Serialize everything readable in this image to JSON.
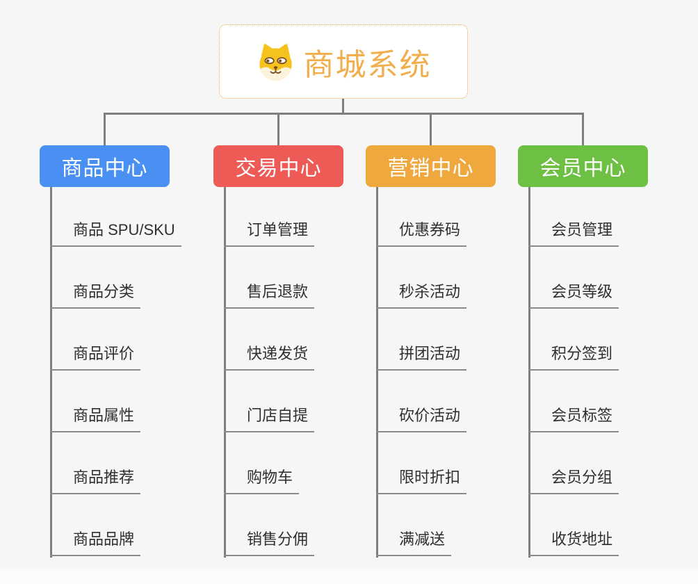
{
  "root": {
    "title": "商城系统",
    "icon": "dog-face-icon",
    "title_color": "#F0AE4D",
    "border_color": "#F2A44A"
  },
  "connector_color": "#7F7F7F",
  "underline_color": "#8A8A8A",
  "background_color": "#F5F6F5",
  "branches": [
    {
      "label": "商品中心",
      "color": "#4A90F2",
      "items": [
        "商品 SPU/SKU",
        "商品分类",
        "商品评价",
        "商品属性",
        "商品推荐",
        "商品品牌"
      ]
    },
    {
      "label": "交易中心",
      "color": "#EE5A55",
      "items": [
        "订单管理",
        "售后退款",
        "快递发货",
        "门店自提",
        "购物车",
        "销售分佣"
      ]
    },
    {
      "label": "营销中心",
      "color": "#EFA83E",
      "items": [
        "优惠券码",
        "秒杀活动",
        "拼团活动",
        "砍价活动",
        "限时折扣",
        "满减送"
      ]
    },
    {
      "label": "会员中心",
      "color": "#6EC044",
      "items": [
        "会员管理",
        "会员等级",
        "积分签到",
        "会员标签",
        "会员分组",
        "收货地址"
      ]
    }
  ]
}
